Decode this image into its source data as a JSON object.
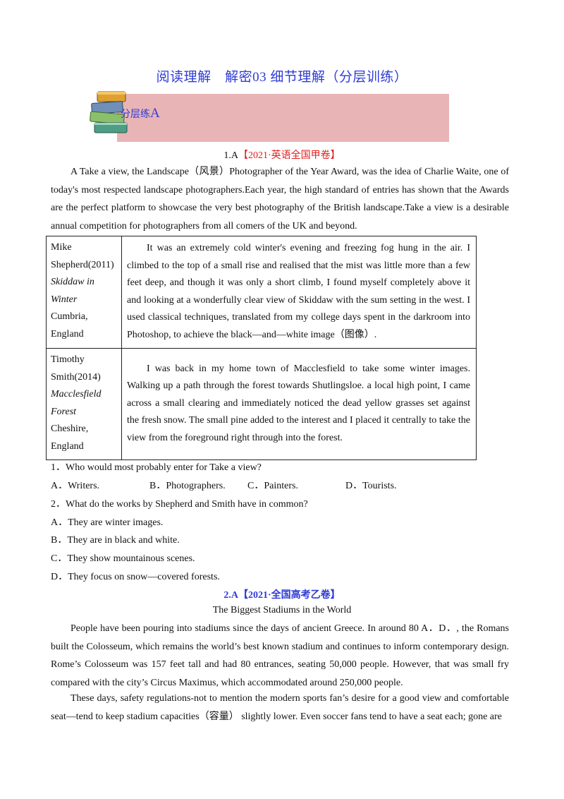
{
  "doc_title": "阅读理解　解密03  细节理解（分层训练）",
  "banner": {
    "label_small": "分层练",
    "label_big": "A"
  },
  "q1": {
    "number": "1.A",
    "source": "【2021·英语全国甲卷】",
    "intro": "A Take a view, the Landscape（风景）Photographer of the Year Award, was the idea of Charlie Waite, one of today's most respected landscape photographers.Each year, the high standard of entries has shown that the Awards are the perfect platform to showcase the very best photography of the British landscape.Take a view is a desirable annual competition for photographers from all comers of the UK and beyond.",
    "works": [
      {
        "name": "Mike Shepherd(2011)",
        "work": "Skiddaw in Winter",
        "place": "Cumbria, England",
        "text": "It was an extremely cold winter's evening and freezing fog hung in the air. I climbed to the top of a small rise and realised that the mist was little more than a few feet deep, and though it was only a short climb, I found myself completely above it and looking at a wonderfully clear view of Skiddaw with the sum setting in the west. I used classical techniques, translated from my college days spent in the darkroom into Photoshop, to achieve the black—and—white image（图像）."
      },
      {
        "name": "Timothy Smith(2014)",
        "work": "Macclesfield Forest",
        "place": "Cheshire, England",
        "text": "I was back in my home town of Macclesfield to take some winter images. Walking up a path through the forest towards Shutlingsloe. a local high point, I came across a small clearing and immediately noticed the dead yellow grasses set against the fresh snow. The small pine added to the interest and I placed it centrally to take the view from the foreground right through into the forest."
      }
    ],
    "questions": [
      {
        "stem": "1．Who would most probably enter for Take a view?",
        "options": [
          "A．Writers.",
          "B．Photographers.",
          "C．Painters.",
          "D．Tourists."
        ]
      },
      {
        "stem": "2．What do the works by Shepherd and Smith have in common?",
        "options": [
          "A．They are winter images.",
          "B．They are in black and white.",
          "C．They show mountainous scenes.",
          "D．They focus on snow—covered forests."
        ]
      }
    ]
  },
  "q2": {
    "number": "2.A",
    "source": "【2021·全国高考乙卷】",
    "title": "The Biggest Stadiums in the World",
    "para1": "People have been pouring into stadiums since the days of ancient Greece. In around 80 A．D．, the Romans built the Colosseum, which remains the world’s best known stadium and continues to inform contemporary design. Rome’s Colosseum was 157 feet tall and had 80 entrances, seating 50,000 people. However, that was small fry compared with the city’s Circus Maximus, which accommodated around 250,000 people.",
    "para2": "These days, safety regulations-not to mention the modern sports fan’s desire for a good view and comfortable seat—tend to keep stadium capacities（容量）  slightly lower. Even soccer fans tend to have a seat each; gone are"
  }
}
